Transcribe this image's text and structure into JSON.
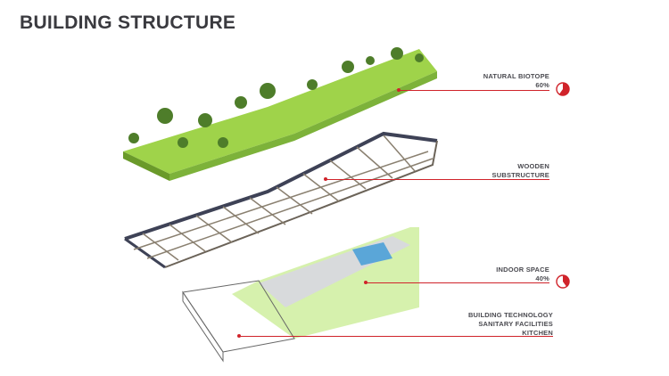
{
  "title": "BUILDING STRUCTURE",
  "layers": [
    {
      "name": "natural-biotope",
      "lines": [
        "NATURAL BIOTOPE",
        "60%"
      ],
      "percent": 60
    },
    {
      "name": "wooden-substructure",
      "lines": [
        "WOODEN",
        "SUBSTRUCTURE"
      ]
    },
    {
      "name": "indoor-space",
      "lines": [
        "INDOOR SPACE",
        "40%"
      ],
      "percent": 40
    },
    {
      "name": "building-technology",
      "lines": [
        "BUILDING TECHNOLOGY",
        "SANITARY FACILITIES",
        "KITCHEN"
      ]
    }
  ],
  "colors": {
    "accent": "#d0232a",
    "green": "#8cc63f",
    "text": "#3a3a3f"
  }
}
